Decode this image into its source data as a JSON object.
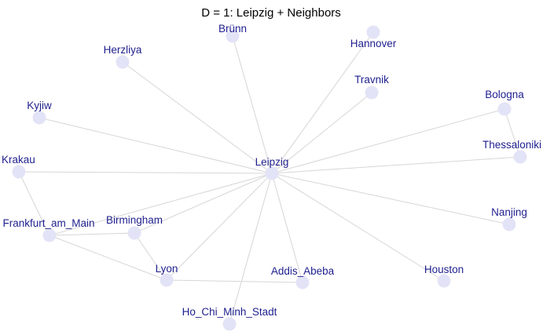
{
  "title": "D = 1: Leipzig + Neighbors",
  "colors": {
    "node_fill": "#e3e3f7",
    "label": "#1f1f8f",
    "edge": "#d6d6d6",
    "title": "#000000"
  },
  "nodes": [
    {
      "id": "Leipzig",
      "label": "Leipzig"
    },
    {
      "id": "Brunn",
      "label": "Brünn"
    },
    {
      "id": "Hannover",
      "label": "Hannover"
    },
    {
      "id": "Herzliya",
      "label": "Herzliya"
    },
    {
      "id": "Travnik",
      "label": "Travnik"
    },
    {
      "id": "Bologna",
      "label": "Bologna"
    },
    {
      "id": "Kyjiw",
      "label": "Kyjiw"
    },
    {
      "id": "Thessaloniki",
      "label": "Thessaloniki"
    },
    {
      "id": "Krakau",
      "label": "Krakau"
    },
    {
      "id": "Nanjing",
      "label": "Nanjing"
    },
    {
      "id": "Birmingham",
      "label": "Birmingham"
    },
    {
      "id": "Frankfurt",
      "label": "Frankfurt_am_Main"
    },
    {
      "id": "Lyon",
      "label": "Lyon"
    },
    {
      "id": "Addis",
      "label": "Addis_Abeba"
    },
    {
      "id": "Houston",
      "label": "Houston"
    },
    {
      "id": "HCMC",
      "label": "Ho_Chi_Minh_Stadt"
    }
  ],
  "edges": [
    [
      "Leipzig",
      "Brunn"
    ],
    [
      "Leipzig",
      "Hannover"
    ],
    [
      "Leipzig",
      "Herzliya"
    ],
    [
      "Leipzig",
      "Travnik"
    ],
    [
      "Leipzig",
      "Bologna"
    ],
    [
      "Leipzig",
      "Kyjiw"
    ],
    [
      "Leipzig",
      "Thessaloniki"
    ],
    [
      "Leipzig",
      "Krakau"
    ],
    [
      "Leipzig",
      "Nanjing"
    ],
    [
      "Leipzig",
      "Birmingham"
    ],
    [
      "Leipzig",
      "Frankfurt"
    ],
    [
      "Leipzig",
      "Lyon"
    ],
    [
      "Leipzig",
      "Addis"
    ],
    [
      "Leipzig",
      "Houston"
    ],
    [
      "Leipzig",
      "HCMC"
    ],
    [
      "Bologna",
      "Thessaloniki"
    ],
    [
      "Krakau",
      "Frankfurt"
    ],
    [
      "Frankfurt",
      "Birmingham"
    ],
    [
      "Frankfurt",
      "Lyon"
    ],
    [
      "Birmingham",
      "Lyon"
    ],
    [
      "Lyon",
      "Addis"
    ]
  ]
}
